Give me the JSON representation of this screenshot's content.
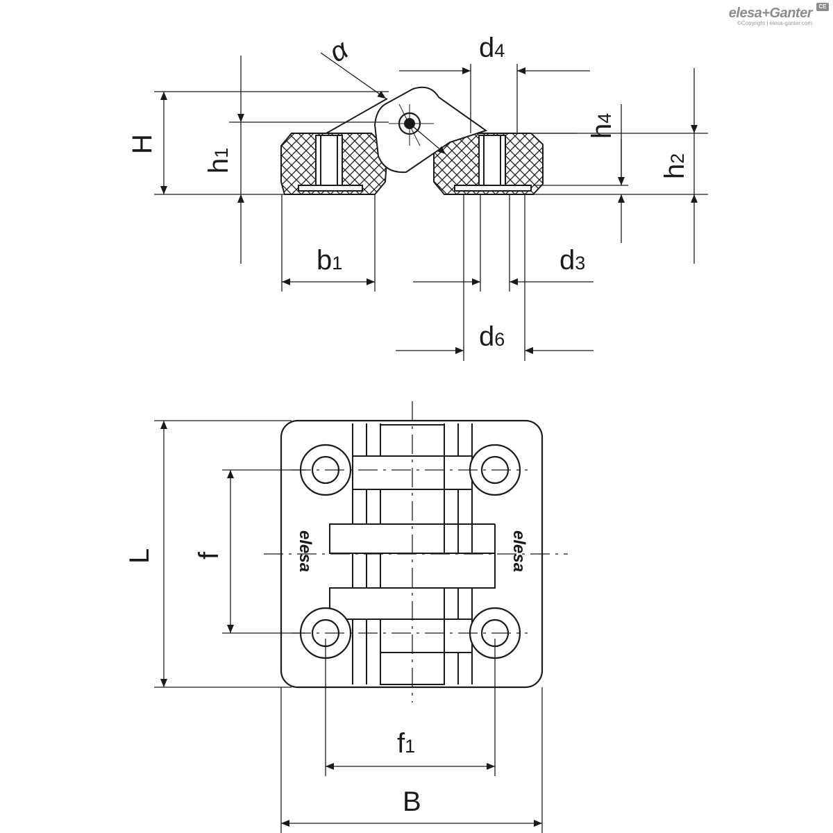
{
  "brand": {
    "logo_text": "elesa+Ganter",
    "copyright": "©Copyright | elesa-ganter.com",
    "badge": "CE"
  },
  "part_logo": "elesa",
  "dimensions": {
    "alpha": "α",
    "d4": {
      "main": "d",
      "sub": "4"
    },
    "H": "H",
    "h1": {
      "main": "h",
      "sub": "1"
    },
    "h4": {
      "main": "h",
      "sub": "4"
    },
    "h2": {
      "main": "h",
      "sub": "2"
    },
    "b1": {
      "main": "b",
      "sub": "1"
    },
    "d3": {
      "main": "d",
      "sub": "3"
    },
    "d6": {
      "main": "d",
      "sub": "6"
    },
    "L": "L",
    "f": "f",
    "f1": {
      "main": "f",
      "sub": "1"
    },
    "B": "B"
  },
  "colors": {
    "line": "#1a1a1a",
    "brand_grey": "#8c8c8c"
  }
}
